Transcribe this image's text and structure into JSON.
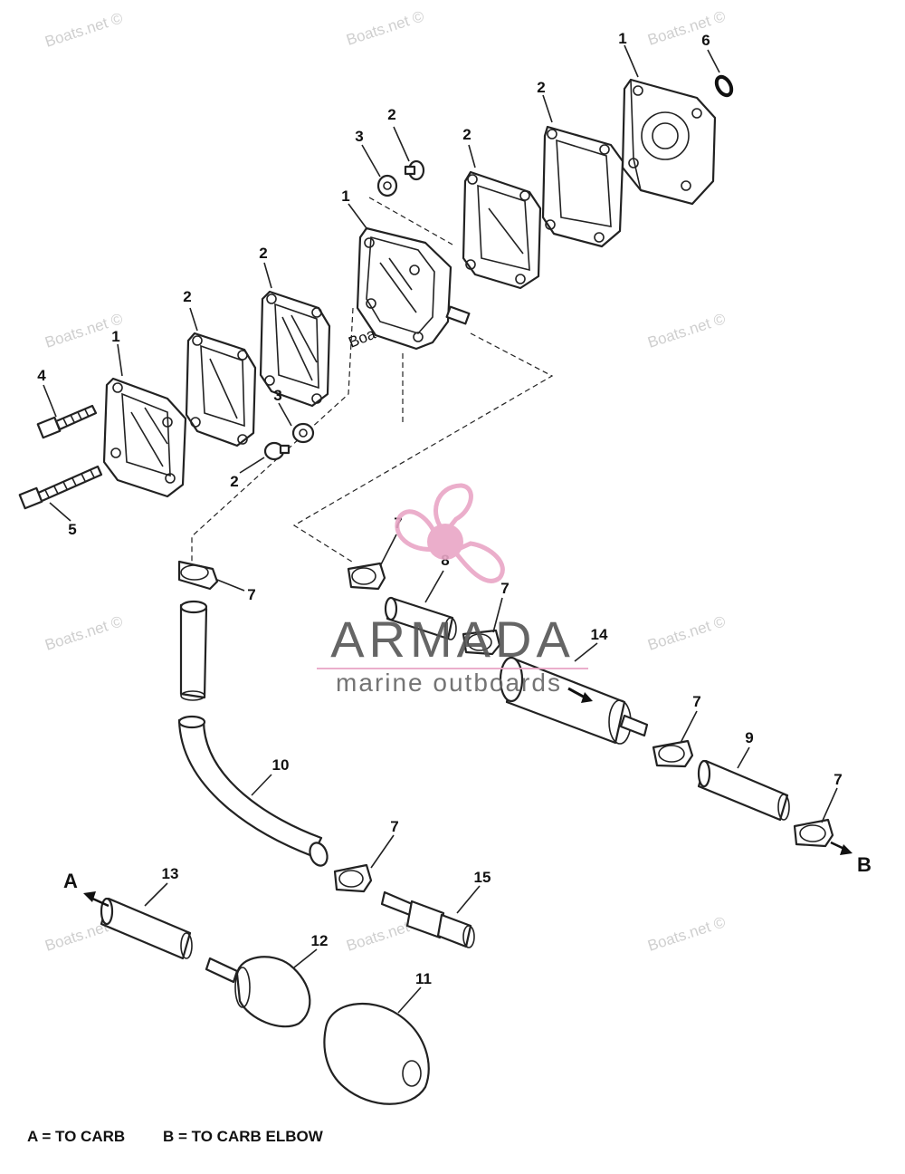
{
  "watermark": "Boats.net ©",
  "brand": {
    "name": "ARMADA",
    "tagline": "marine outboards",
    "color": "#e9a6c6"
  },
  "callouts": [
    {
      "id": "c1a",
      "label": "1"
    },
    {
      "id": "c6",
      "label": "6"
    },
    {
      "id": "c2a",
      "label": "2"
    },
    {
      "id": "c2b",
      "label": "2"
    },
    {
      "id": "c3a",
      "label": "3"
    },
    {
      "id": "c2c",
      "label": "2"
    },
    {
      "id": "c1b",
      "label": "1"
    },
    {
      "id": "c2d",
      "label": "2"
    },
    {
      "id": "c2e",
      "label": "2"
    },
    {
      "id": "c1c",
      "label": "1"
    },
    {
      "id": "c4",
      "label": "4"
    },
    {
      "id": "c3b",
      "label": "3"
    },
    {
      "id": "c2f",
      "label": "2"
    },
    {
      "id": "c5",
      "label": "5"
    },
    {
      "id": "c7a",
      "label": "7"
    },
    {
      "id": "c8",
      "label": "8"
    },
    {
      "id": "c7b",
      "label": "7"
    },
    {
      "id": "c7c",
      "label": "7"
    },
    {
      "id": "c14",
      "label": "14"
    },
    {
      "id": "c7d",
      "label": "7"
    },
    {
      "id": "c9",
      "label": "9"
    },
    {
      "id": "c7e",
      "label": "7"
    },
    {
      "id": "c10",
      "label": "10"
    },
    {
      "id": "c7f",
      "label": "7"
    },
    {
      "id": "c13",
      "label": "13"
    },
    {
      "id": "c15",
      "label": "15"
    },
    {
      "id": "c12",
      "label": "12"
    },
    {
      "id": "c11",
      "label": "11"
    }
  ],
  "arrows": {
    "a": "A",
    "b": "B"
  },
  "legend": {
    "a_text": "A = TO CARB",
    "b_text": "B = TO CARB ELBOW"
  }
}
